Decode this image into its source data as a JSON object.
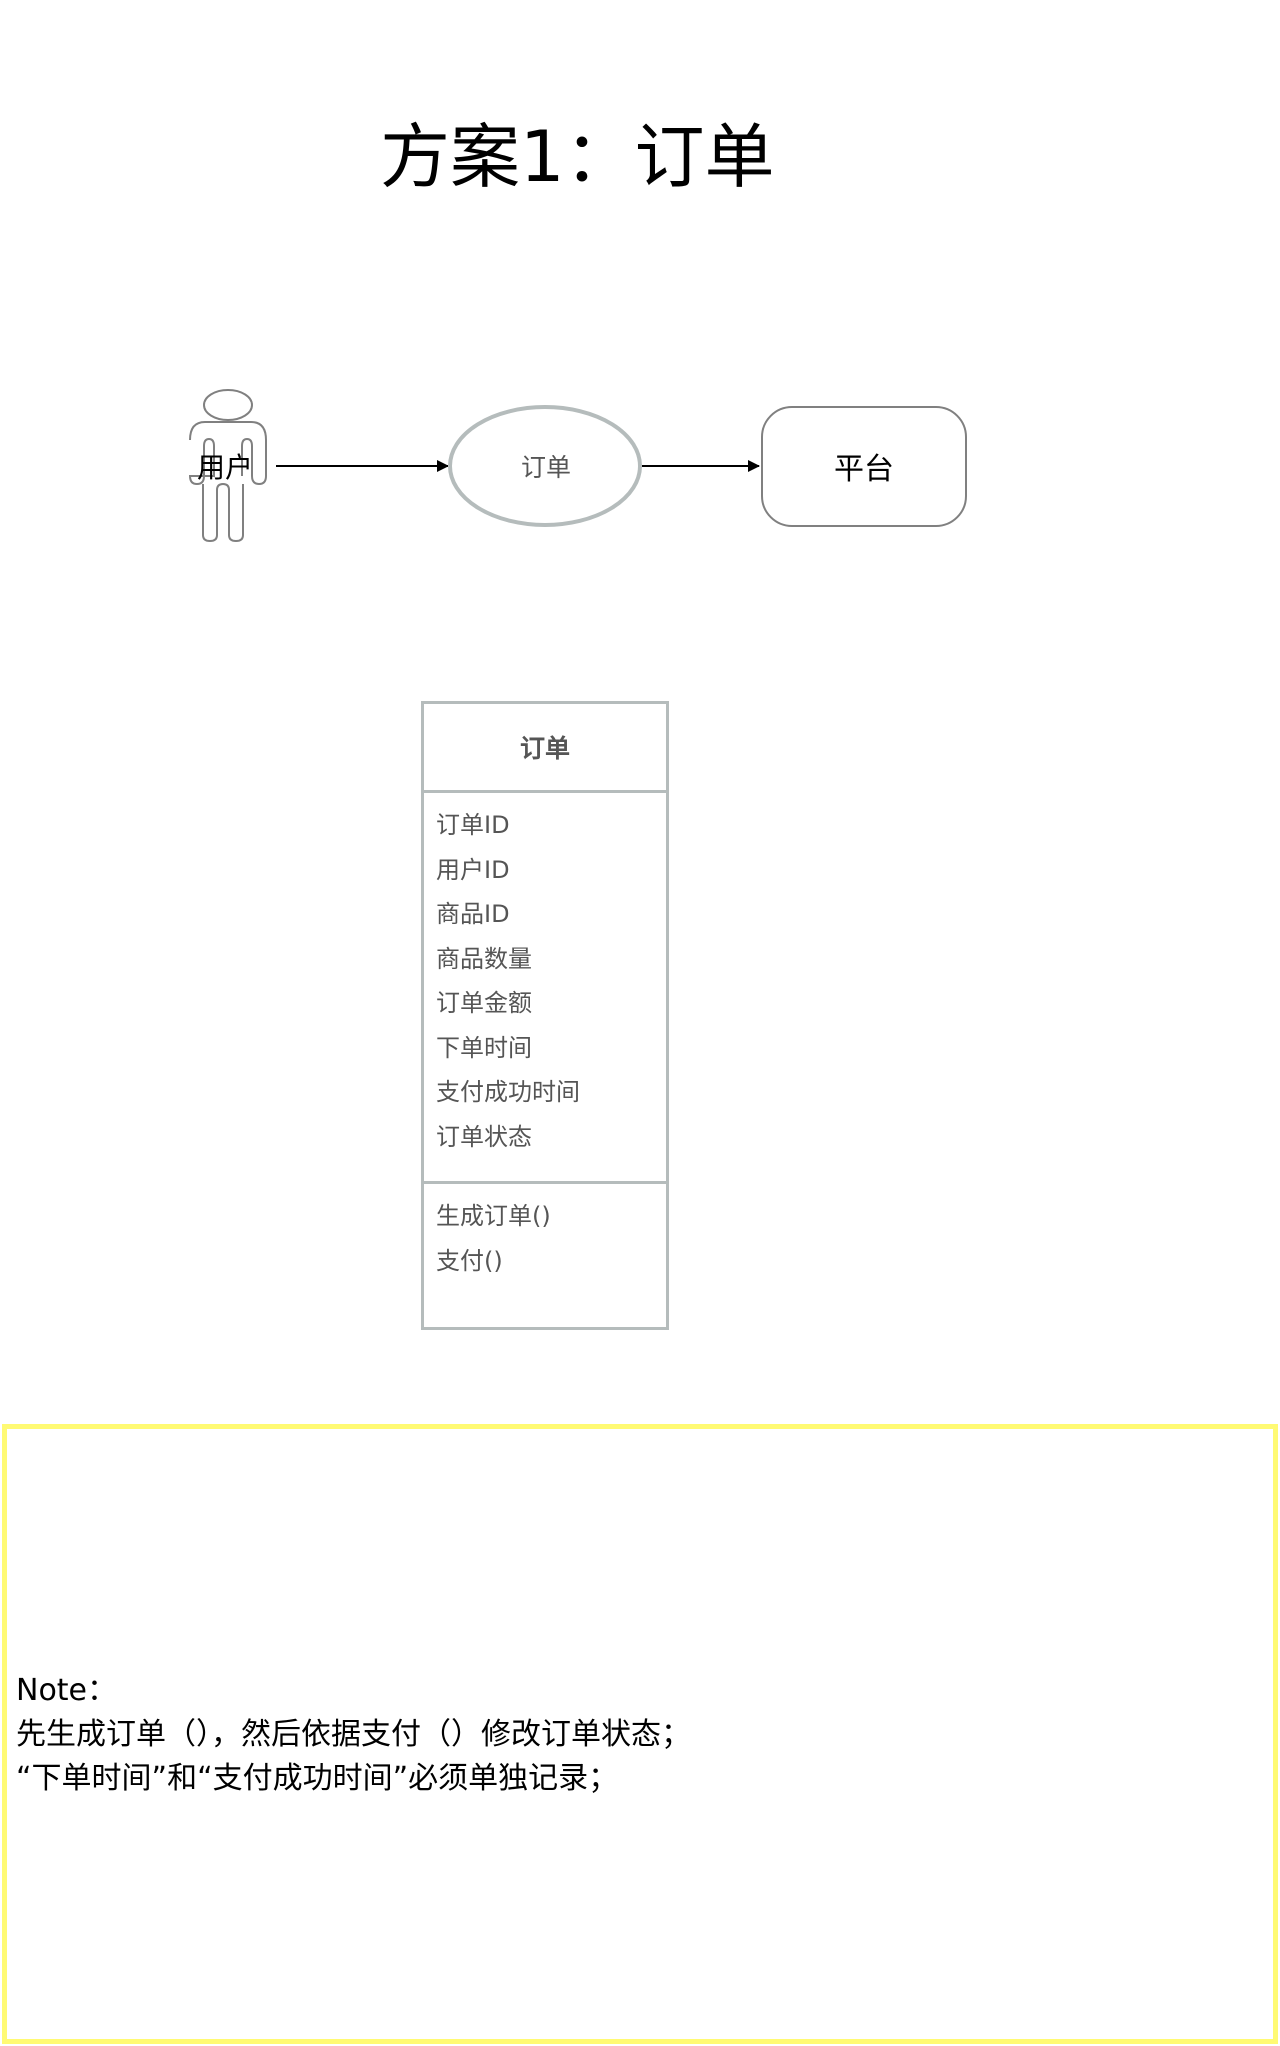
{
  "title": "方案1：订单",
  "flow": {
    "actor": {
      "label": "用户",
      "shape": "stick-figure-actor"
    },
    "process": {
      "label": "订单",
      "shape": "ellipse"
    },
    "target": {
      "label": "平台",
      "shape": "rounded-rectangle"
    },
    "edges": [
      {
        "from": "用户",
        "to": "订单",
        "arrow": "filled-triangle"
      },
      {
        "from": "订单",
        "to": "平台",
        "arrow": "filled-triangle"
      }
    ]
  },
  "class_box": {
    "name": "订单",
    "attributes": [
      "订单ID",
      "用户ID",
      "商品ID",
      "商品数量",
      "订单金额",
      "下单时间",
      "支付成功时间",
      "订单状态"
    ],
    "methods": [
      "生成订单()",
      "支付()"
    ]
  },
  "note": {
    "lines": [
      "Note：",
      "先生成订单（），然后依据支付（）修改订单状态；",
      "“下单时间”和“支付成功时间”必须单独记录；"
    ],
    "border_color": "#FFFA73"
  },
  "colors": {
    "shape_stroke_gray": "#B5BCBC",
    "outline_gray": "#808080",
    "text_gray": "#555555",
    "arrow": "#000000"
  }
}
